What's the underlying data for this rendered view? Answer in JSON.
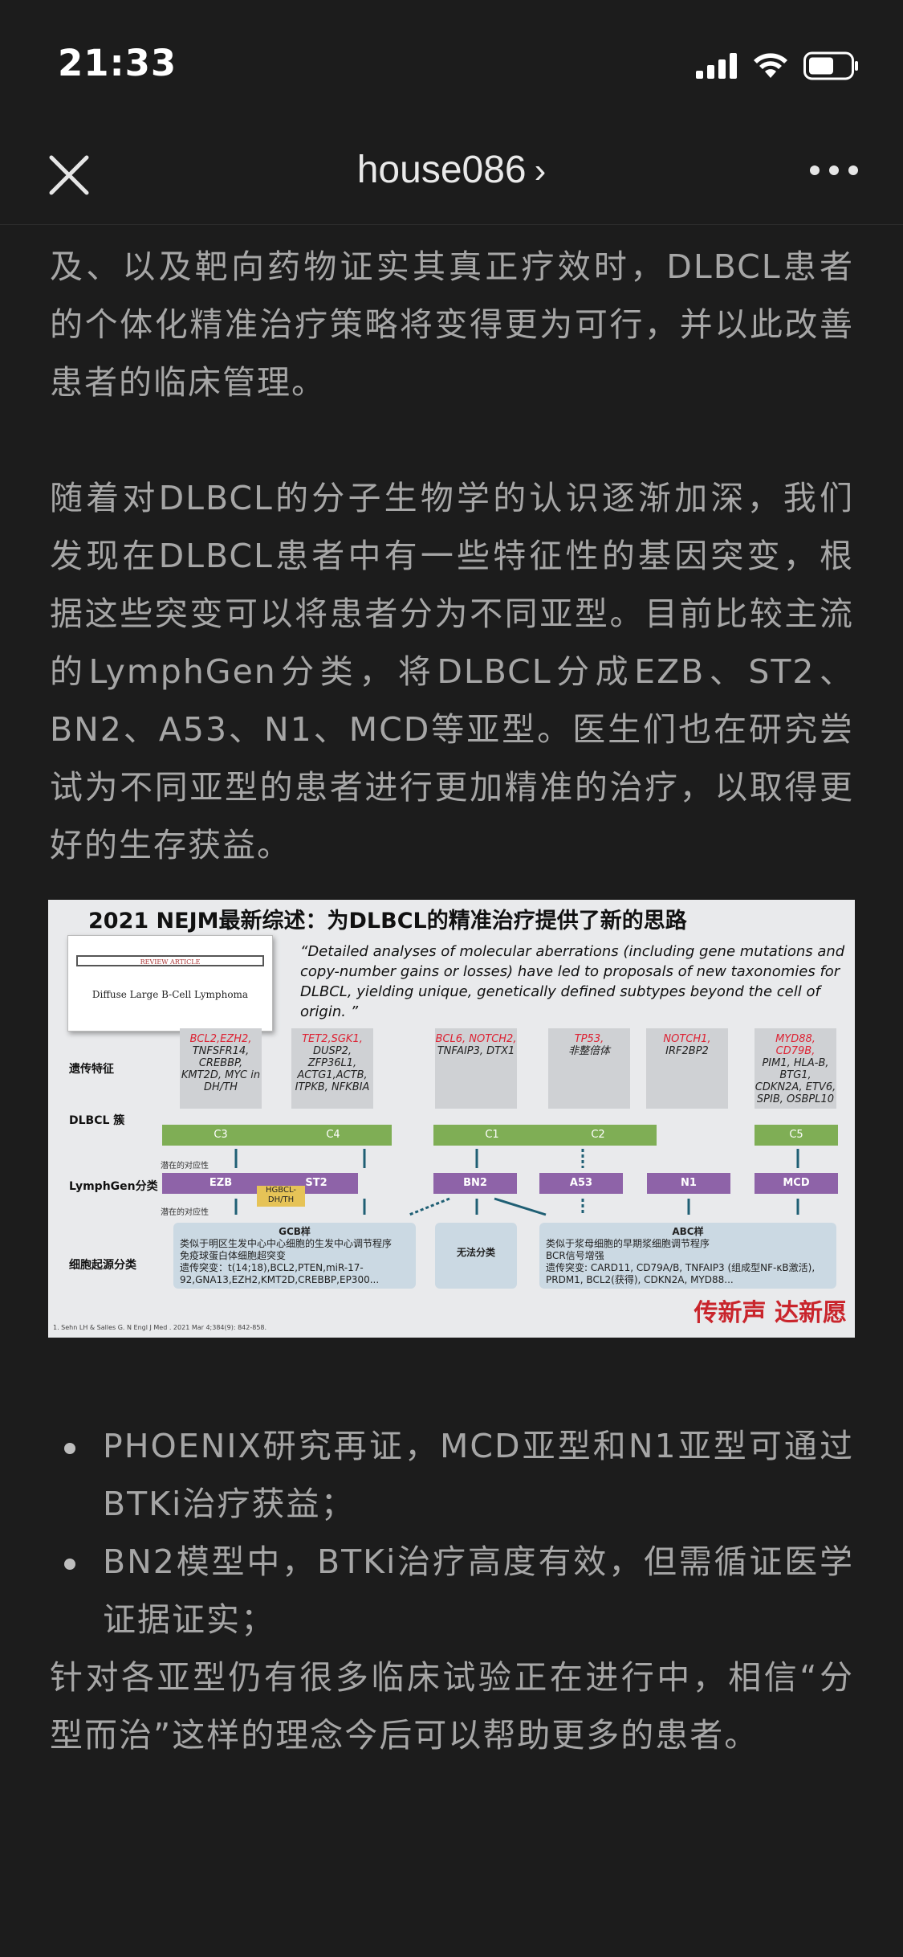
{
  "status_bar": {
    "time": "21:33"
  },
  "nav": {
    "title": "house086",
    "chevron": "›"
  },
  "article": {
    "para1": "及、以及靶向药物证实其真正疗效时，DLBCL患者的个体化精准治疗策略将变得更为可行，并以此改善患者的临床管理。",
    "para2": "随着对DLBCL的分子生物学的认识逐渐加深，我们发现在DLBCL患者中有一些特征性的基因突变，根据这些突变可以将患者分为不同亚型。目前比较主流的LymphGen分类，将DLBCL分成EZB、ST2、BN2、A53、N1、MCD等亚型。医生们也在研究尝试为不同亚型的患者进行更加精准的治疗，以取得更好的生存获益。",
    "bullets": [
      "PHOENIX研究再证，MCD亚型和N1亚型可通过BTKi治疗获益；",
      "BN2模型中，BTKi治疗高度有效，但需循证医学证据证实；"
    ],
    "para3": "针对各亚型仍有很多临床试验正在进行中，相信“分型而治”这样的理念今后可以帮助更多的患者。"
  },
  "figure": {
    "title": "2021 NEJM最新综述：为DLBCL的精准治疗提供了新的思路",
    "journal_head": "REVIEW ARTICLE",
    "journal_title": "Diffuse Large B-Cell Lymphoma",
    "quote": "“Detailed analyses of molecular aberrations (including gene mutations and copy-number gains or losses) have led to proposals of new taxonomies for DLBCL, yielding unique, genetically defined subtypes beyond the cell of origin. ”",
    "row_labels": [
      "遗传特征",
      "DLBCL 簇",
      "LymphGen分类",
      "细胞起源分类"
    ],
    "potential": "潜在的对应性",
    "genes": [
      {
        "red": "BCL2,EZH2,",
        "black": "TNFSFR14, CREBBP, KMT2D, MYC in DH/TH"
      },
      {
        "red": "TET2,SGK1,",
        "black": "DUSP2, ZFP36L1, ACTG1,ACTB, ITPKB, NFKBIA"
      },
      {
        "red": "BCL6, NOTCH2,",
        "black": "TNFAIP3, DTX1"
      },
      {
        "red": "TP53,",
        "black": "非整倍体"
      },
      {
        "red": "NOTCH1,",
        "black": "IRF2BP2"
      },
      {
        "red": "MYD88, CD79B,",
        "black": "PIM1, HLA-B, BTG1, CDKN2A, ETV6, SPIB, OSBPL10"
      }
    ],
    "clusters": [
      "C3",
      "C4",
      "C1",
      "C2",
      "C5"
    ],
    "lymphgen": [
      "EZB",
      "ST2",
      "BN2",
      "A53",
      "N1",
      "MCD"
    ],
    "hgbcl": "HGBCL-DH/TH",
    "gcb": {
      "title": "GCB样",
      "l1": "类似于明区生发中心中心细胞的生发中心调节程序",
      "l2": "免疫球蛋白体细胞超突变",
      "l3": "遗传突变：t(14;18),BCL2,PTEN,miR-17-92,GNA13,EZH2,KMT2D,CREBBP,EP300..."
    },
    "unclass": "无法分类",
    "abc": {
      "title": "ABC样",
      "l1": "类似于浆母细胞的早期浆细胞调节程序",
      "l2": "BCR信号增强",
      "l3": "遗传突变: CARD11, CD79A/B, TNFAIP3 (组成型NF-κB激活), PRDM1, BCL2(获得), CDKN2A, MYD88..."
    },
    "footnote": "1. Sehn LH & Salles G. N Engl J Med . 2021 Mar 4;384(9): 842-858.",
    "watermark": "传新声 达新愿"
  }
}
